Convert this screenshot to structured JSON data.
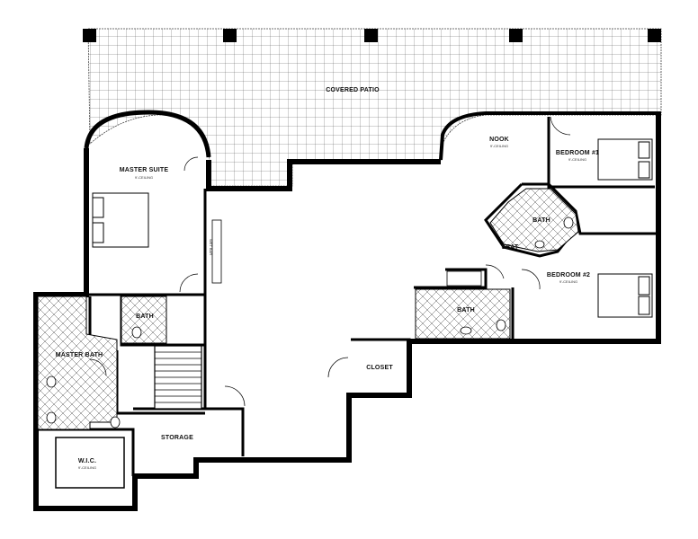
{
  "rooms": {
    "covered_patio": {
      "name": "COVERED PATIO",
      "ceiling": ""
    },
    "master_suite": {
      "name": "MASTER SUITE",
      "ceiling": "9'-CEILING"
    },
    "nook": {
      "name": "NOOK",
      "ceiling": "9'-CEILING"
    },
    "bedroom_1": {
      "name": "BEDROOM #1",
      "ceiling": "9'-CEILING"
    },
    "bath_1": {
      "name": "BATH",
      "ceiling": ""
    },
    "seat": {
      "name": "SEAT",
      "ceiling": ""
    },
    "bedroom_2": {
      "name": "BEDROOM #2",
      "ceiling": "9'-CEILING"
    },
    "bath_2": {
      "name": "BATH",
      "ceiling": ""
    },
    "master_bath_small": {
      "name": "BATH",
      "ceiling": ""
    },
    "master_bath": {
      "name": "MASTER BATH",
      "ceiling": ""
    },
    "closet": {
      "name": "CLOSET",
      "ceiling": ""
    },
    "storage": {
      "name": "STORAGE",
      "ceiling": ""
    },
    "wic": {
      "name": "W.I.C.",
      "ceiling": "9'-CEILING"
    },
    "wet_bar": {
      "name": "WET BAR",
      "ceiling": ""
    }
  }
}
